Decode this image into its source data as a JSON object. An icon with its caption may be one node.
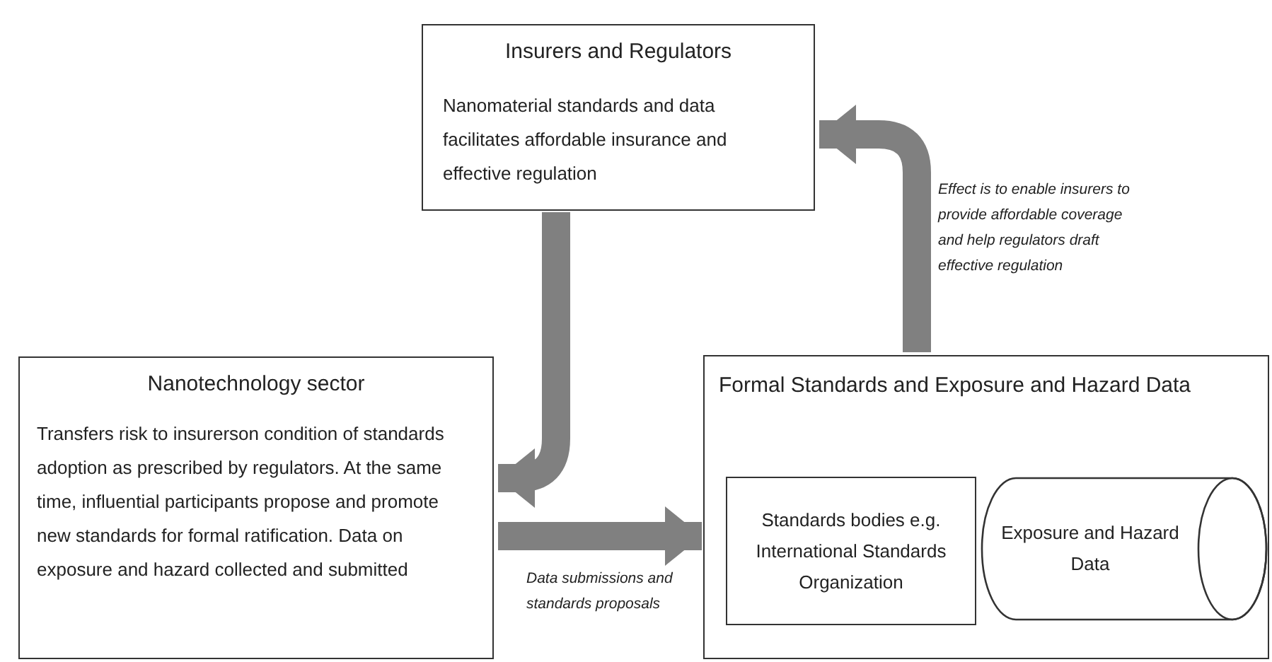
{
  "diagram": {
    "nodes": [
      {
        "text": [
          "Insurers and Regulators",
          "Nanomaterial standards and data facilitates affordable insurance and effective regulation"
        ]
      },
      {
        "text": [
          "Nanotechnology sector",
          "Transfers risk to insurerson condition of standards adoption as prescribed by regulators. At the same time, influential participants propose and promote new standards for formal ratification. Data on exposure and hazard collected and submitted"
        ]
      },
      {
        "text": [
          "Formal Standards and Exposure and Hazard Data"
        ]
      },
      {
        "text": [
          "Standards bodies e.g. International Standards Organization"
        ],
        "in": 2
      },
      {
        "text": [
          "Exposure and Hazard Data"
        ],
        "in": 2
      }
    ],
    "edges": [
      {
        "from": 0,
        "to": 1,
        "arrow": "to"
      },
      {
        "from": 1,
        "to": 2,
        "arrow": "to",
        "label": "Data submissions and standards proposals"
      },
      {
        "from": 2,
        "to": 0,
        "arrow": "to",
        "label": "Effect is to enable insurers to provide affordable coverage and help regulators draft effective regulation"
      }
    ]
  }
}
